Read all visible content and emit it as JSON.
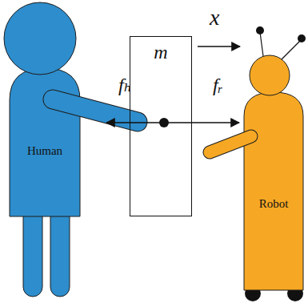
{
  "diagram": {
    "nodes": [
      {
        "text": [
          "Human"
        ]
      },
      {
        "text": [
          "m"
        ]
      },
      {
        "text": [
          "Robot"
        ]
      }
    ],
    "labels": [
      "x",
      "fₕ",
      "fᵣ"
    ]
  }
}
